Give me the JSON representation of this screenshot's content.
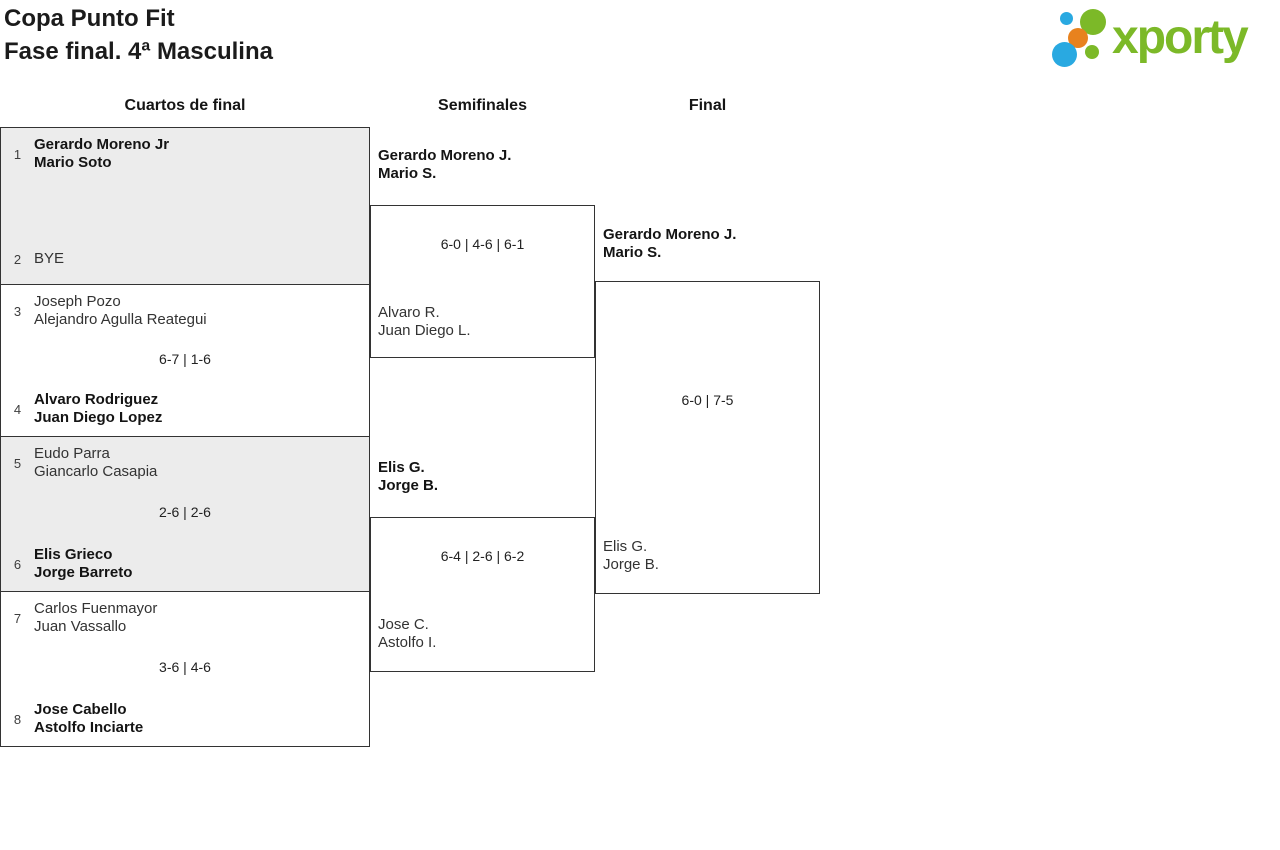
{
  "page": {
    "title_line1": "Copa Punto Fit",
    "title_line2": "Fase final. 4ª Masculina"
  },
  "logo": {
    "wordmark": "xporty",
    "colors": {
      "green": "#7cb928",
      "blue": "#29a9e1",
      "orange": "#e8821e"
    }
  },
  "rounds": {
    "quarterfinals_label": "Cuartos de final",
    "semifinals_label": "Semifinales",
    "final_label": "Final"
  },
  "bracket": {
    "quarterfinals": [
      {
        "seed_top": "1",
        "top_line1": "Gerardo Moreno Jr",
        "top_line2": "Mario Soto",
        "seed_bottom": "2",
        "bottom_line1": "BYE",
        "bottom_line2": "",
        "score": "",
        "winner": "top"
      },
      {
        "seed_top": "3",
        "top_line1": "Joseph Pozo",
        "top_line2": "Alejandro Agulla Reategui",
        "seed_bottom": "4",
        "bottom_line1": "Alvaro Rodriguez",
        "bottom_line2": "Juan Diego Lopez",
        "score": "6-7 | 1-6",
        "winner": "bottom"
      },
      {
        "seed_top": "5",
        "top_line1": "Eudo Parra",
        "top_line2": "Giancarlo Casapia",
        "seed_bottom": "6",
        "bottom_line1": "Elis Grieco",
        "bottom_line2": "Jorge Barreto",
        "score": "2-6 | 2-6",
        "winner": "bottom"
      },
      {
        "seed_top": "7",
        "top_line1": "Carlos Fuenmayor",
        "top_line2": "Juan Vassallo",
        "seed_bottom": "8",
        "bottom_line1": "Jose Cabello",
        "bottom_line2": "Astolfo Inciarte",
        "score": "3-6 | 4-6",
        "winner": "bottom"
      }
    ],
    "semifinals": [
      {
        "top_line1": "Gerardo Moreno J.",
        "top_line2": "Mario S.",
        "bottom_line1": "Alvaro R.",
        "bottom_line2": "Juan Diego L.",
        "score": "6-0 | 4-6 | 6-1",
        "winner": "top"
      },
      {
        "top_line1": "Elis G.",
        "top_line2": "Jorge B.",
        "bottom_line1": "Jose C.",
        "bottom_line2": "Astolfo I.",
        "score": "6-4 | 2-6 | 6-2",
        "winner": "top"
      }
    ],
    "final": {
      "top_line1": "Gerardo Moreno J.",
      "top_line2": "Mario S.",
      "bottom_line1": "Elis G.",
      "bottom_line2": "Jorge B.",
      "score": "6-0 | 7-5",
      "winner": "top"
    }
  }
}
